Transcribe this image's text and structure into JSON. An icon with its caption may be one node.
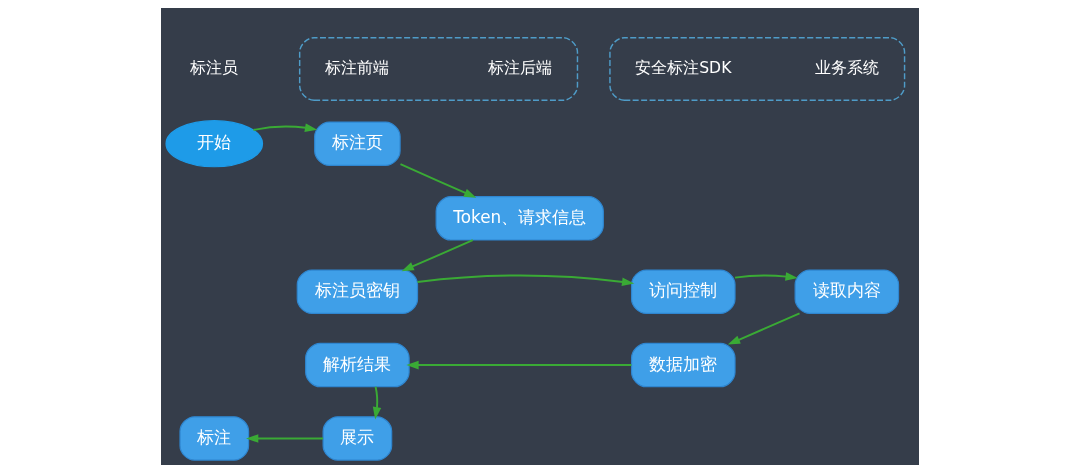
{
  "diagram": {
    "nodes": [
      {
        "text": [
          "标注员"
        ]
      },
      {
        "text": [],
        "shape": "box"
      },
      {
        "text": [
          "标注后端"
        ],
        "in": 1
      },
      {
        "text": [
          "标注前端"
        ],
        "in": 1
      },
      {
        "text": [],
        "shape": "box"
      },
      {
        "text": [
          "安全标注SDK"
        ],
        "in": 4
      },
      {
        "text": [
          "业务系统"
        ],
        "in": 4
      },
      {
        "text": [
          "开始"
        ]
      },
      {
        "text": [
          "标注页"
        ]
      },
      {
        "text": [
          "Token、请求信息"
        ]
      },
      {
        "text": [
          "标注员密钥"
        ]
      },
      {
        "text": [
          "访问控制"
        ]
      },
      {
        "text": [
          "读取内容"
        ]
      },
      {
        "text": [
          "数据加密"
        ]
      },
      {
        "text": [
          "解析结果"
        ]
      },
      {
        "text": [
          "标注"
        ]
      },
      {
        "text": [
          "展示"
        ]
      }
    ],
    "edges": [
      {
        "from": 7,
        "to": 8,
        "arrow": "to"
      },
      {
        "from": 8,
        "to": 9,
        "arrow": "to"
      },
      {
        "from": 9,
        "to": 10,
        "arrow": "to"
      },
      {
        "from": 10,
        "to": 11,
        "arrow": "to"
      },
      {
        "from": 11,
        "to": 12,
        "arrow": "to"
      },
      {
        "from": 12,
        "to": 13,
        "arrow": "to"
      },
      {
        "from": 13,
        "to": 14,
        "arrow": "to"
      },
      {
        "from": 14,
        "to": 16,
        "arrow": "to"
      },
      {
        "from": 16,
        "to": 15,
        "arrow": "to"
      }
    ]
  }
}
